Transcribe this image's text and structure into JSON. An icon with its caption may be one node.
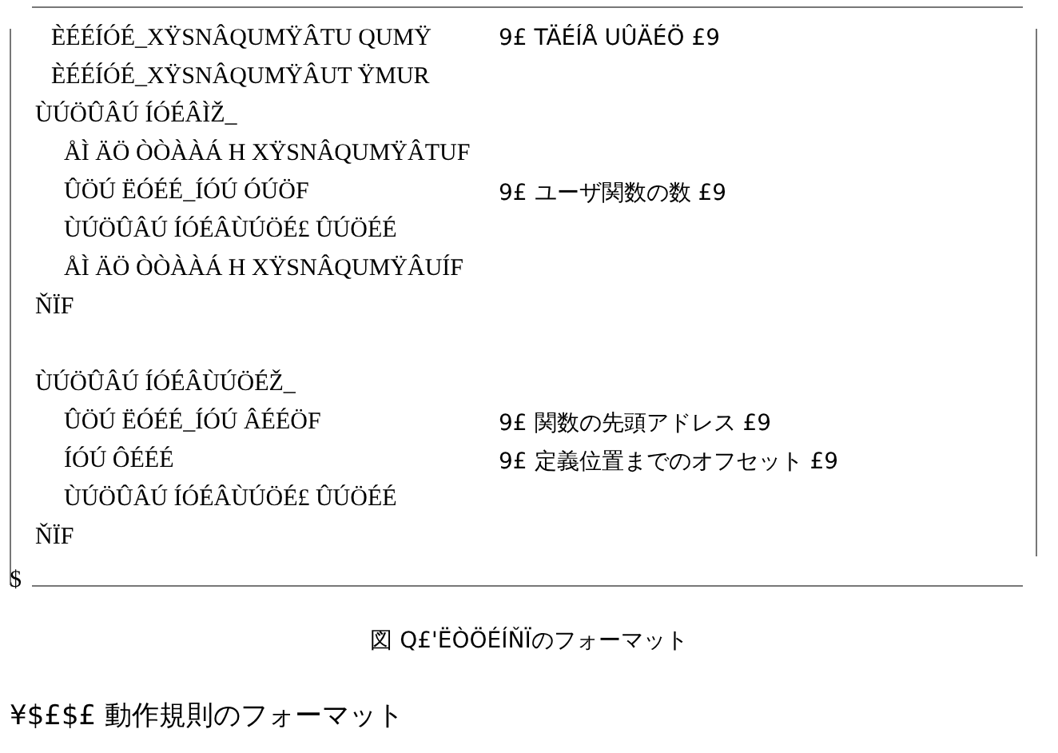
{
  "diagram": {
    "caption": "図 Q£'ËÒÖÉÍŇÏのフォーマット",
    "labels": [
      "ÈÉÉÍÓÉ_XŸSNÂQUMŸÂTU QUMŸ",
      "9£ TÄÉÍÅ UÛÄÉÖ £9",
      "ÈÉÉÍÓÉ_XŸSNÂQUMŸÂUT ŸMUR",
      "ÙÚÖÛÂÚ ÍÓÉÂÌŽ_",
      "ÅÌ ÄÖ ÒÒÀÀÁ H XŸSNÂQUMŸÂTUF",
      "ÛÖÚ ËÓÉÉ_ÍÓÚ ÓÚÖF",
      "9£ ユーザ関数の数 £9",
      "ÙÚÖÛÂÚ ÍÓÉÂÙÚÖÉ£ ÛÚÖÉÉ",
      "ÅÌ ÄÖ ÒÒÀÀÁ H XŸSNÂQUMŸÂUÍF",
      "ŇÏF",
      "ÙÚÖÛÂÚ ÍÓÉÂÙÚÖÉŽ_",
      "ÛÖÚ ËÓÉÉ_ÍÓÚ ÂÉÉÖF",
      "9£ 関数の先頭アドレス £9",
      "ÍÓÚ ÔÉÉÉ",
      "9£ 定義位置までのオフセット £9",
      "ÙÚÖÛÂÚ ÍÓÉÂÙÚÖÉ£ ÛÚÖÉÉ",
      "ŇÏF",
      "$",
      "¥$£$£ 動作規則のフォーマット"
    ]
  }
}
